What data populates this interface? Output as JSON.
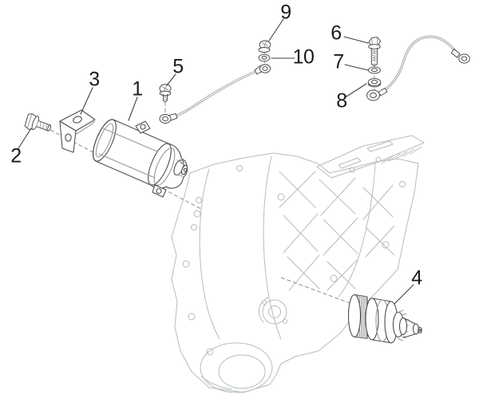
{
  "diagram": {
    "callouts": [
      {
        "label": "1"
      },
      {
        "label": "2"
      },
      {
        "label": "3"
      },
      {
        "label": "4"
      },
      {
        "label": "5"
      },
      {
        "label": "6"
      },
      {
        "label": "7"
      },
      {
        "label": "8"
      },
      {
        "label": "9"
      },
      {
        "label": "10"
      }
    ],
    "colors": {
      "background": "#ffffff",
      "part_lines": "#4d4d4d",
      "part_lines_light": "#9a9a9a",
      "crankcase_lines": "#b6bcbc",
      "leader_lines": "#3f3f3f",
      "label_text": "#1a1a1a",
      "cable_lines": "#878d8d",
      "dashed_axis_lines": "#8a8f8f"
    }
  }
}
